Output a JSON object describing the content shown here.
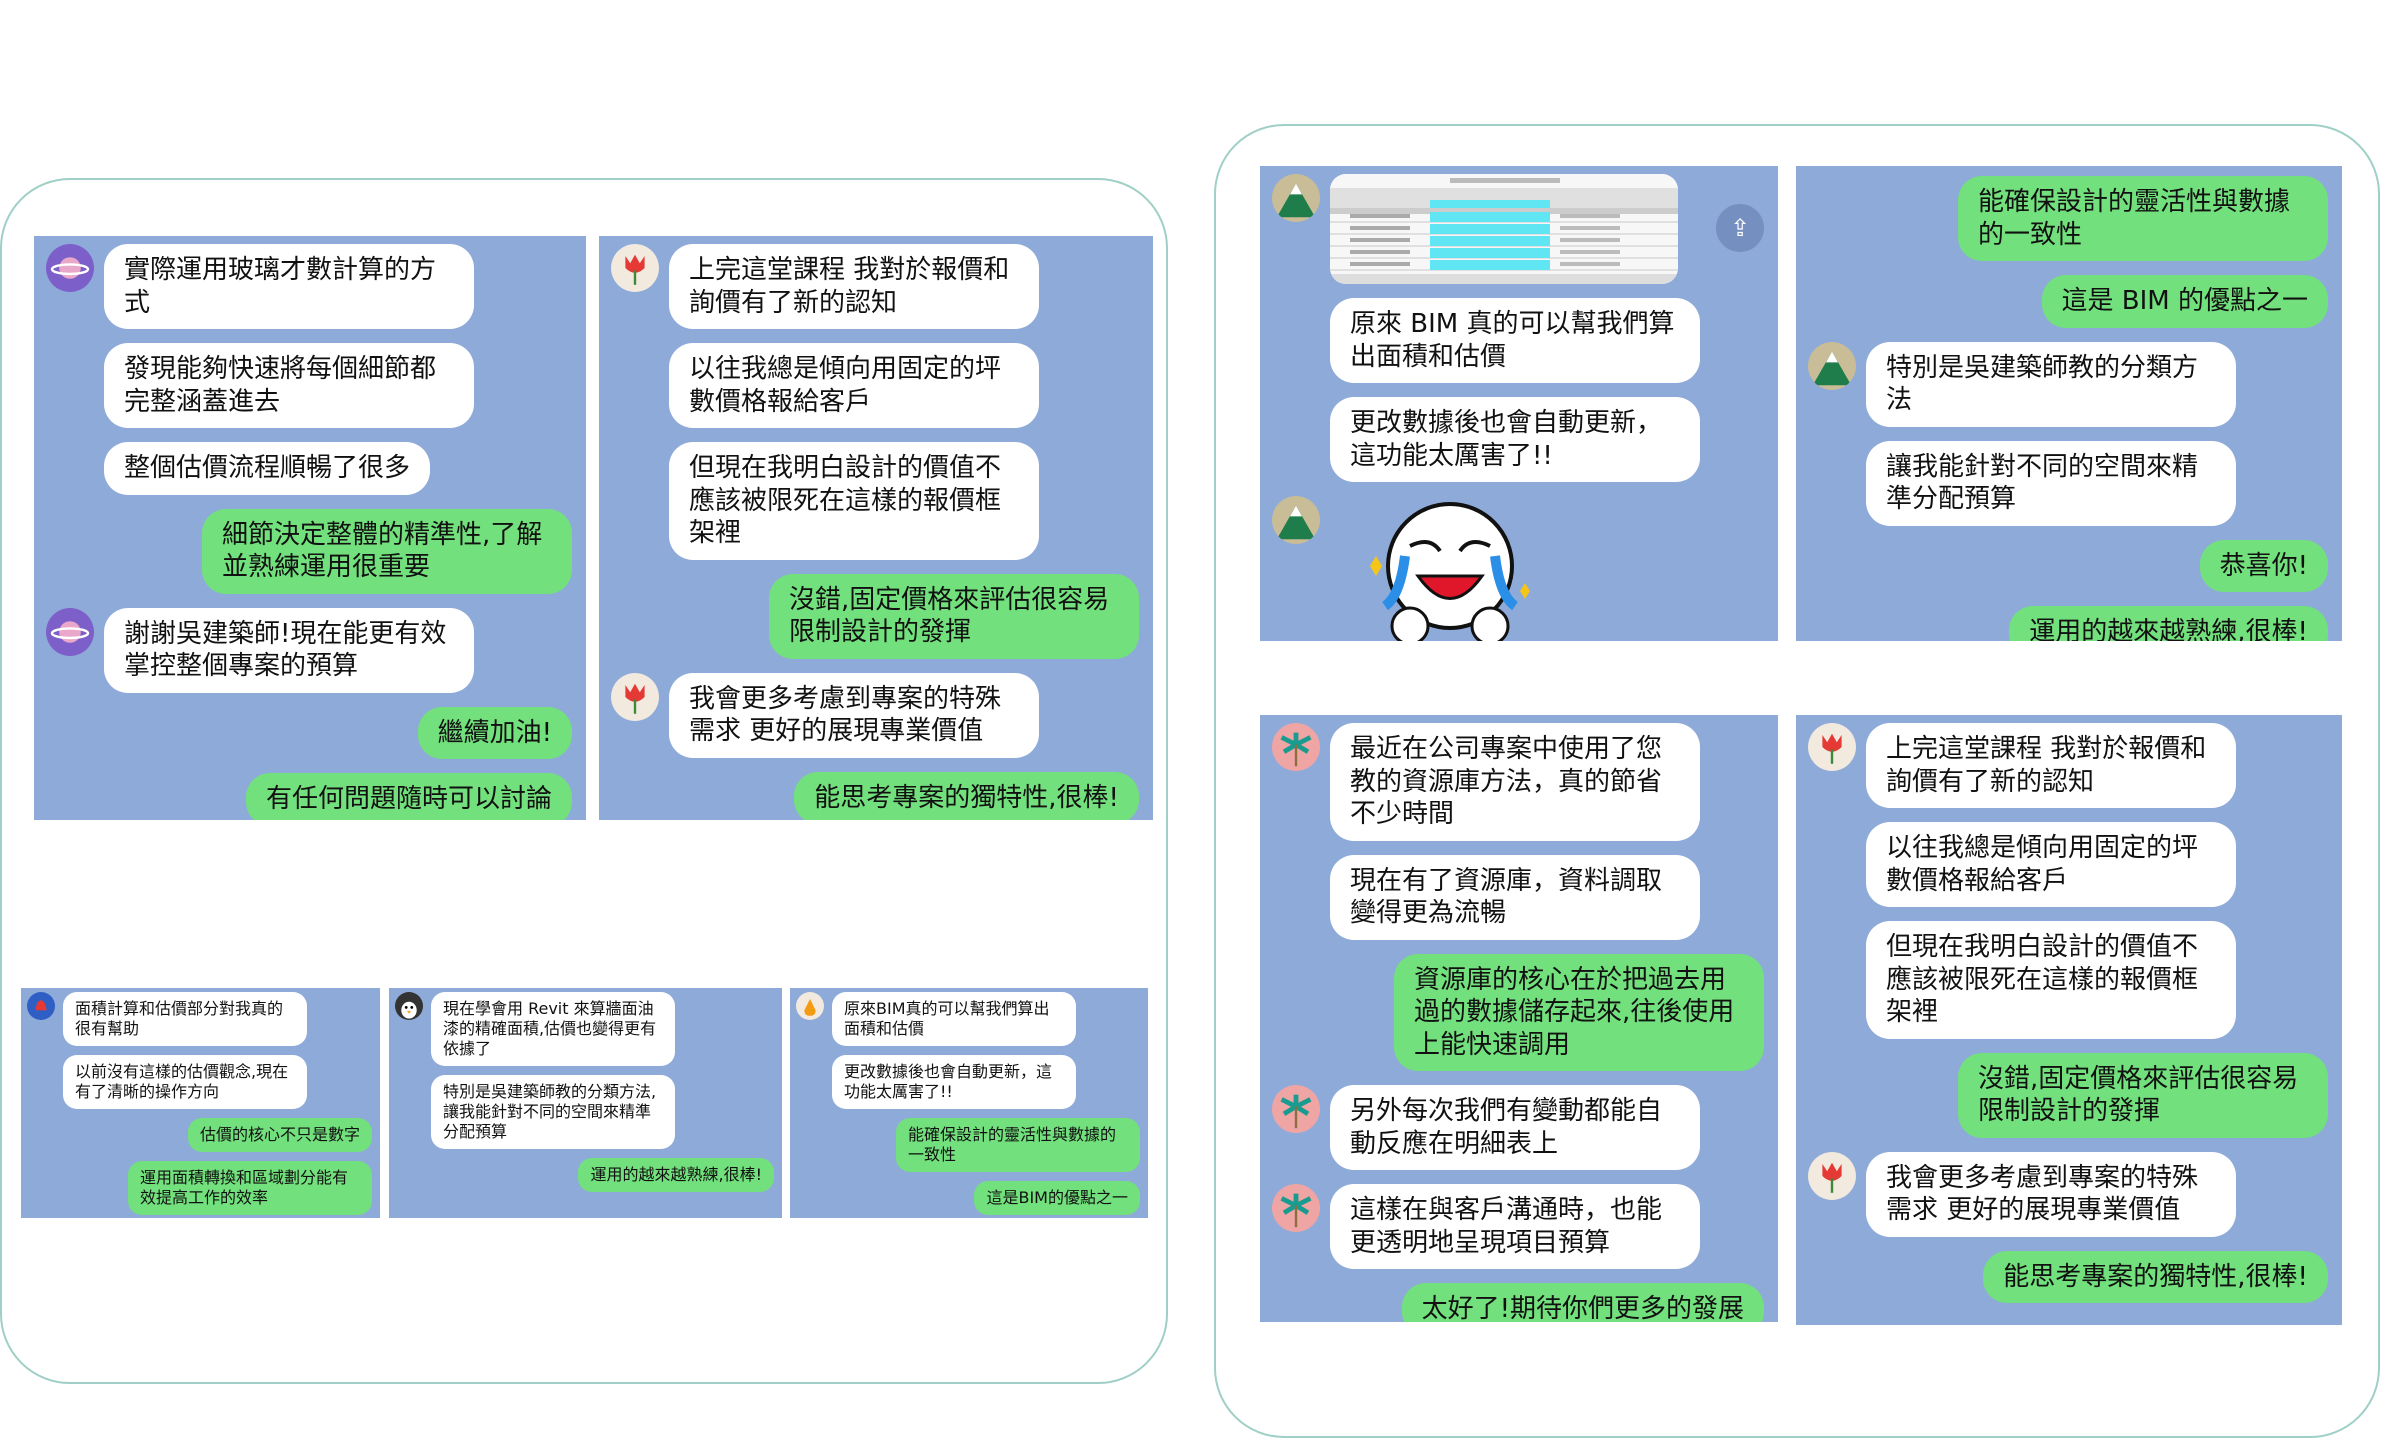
{
  "colors": {
    "panel": "#8eaad9",
    "green": "#72e07c",
    "frame": "#9fcfc6"
  },
  "panels": [
    {
      "id": "tl",
      "size": "big",
      "messages": [
        {
          "dir": "in",
          "avatar": "planet-icon",
          "text": "實際運用玻璃才數計算的方式"
        },
        {
          "dir": "in",
          "text": "發現能夠快速將每個細節都完整涵蓋進去"
        },
        {
          "dir": "in",
          "text": "整個估價流程順暢了很多"
        },
        {
          "dir": "out",
          "text": "細節決定整體的精準性,了解並熟練運用很重要"
        },
        {
          "dir": "in",
          "avatar": "planet-icon",
          "text": "謝謝吳建築師!現在能更有效掌控整個專案的預算"
        },
        {
          "dir": "out",
          "text": "繼續加油!"
        },
        {
          "dir": "out",
          "text": "有任何問題隨時可以討論"
        }
      ]
    },
    {
      "id": "tm",
      "size": "big",
      "messages": [
        {
          "dir": "in",
          "avatar": "tulip-icon",
          "text": "上完這堂課程 我對於報價和詢價有了新的認知"
        },
        {
          "dir": "in",
          "text": "以往我總是傾向用固定的坪數價格報給客戶"
        },
        {
          "dir": "in",
          "text": "但現在我明白設計的價值不應該被限死在這樣的報價框架裡"
        },
        {
          "dir": "out",
          "text": "沒錯,固定價格來評估很容易限制設計的發揮"
        },
        {
          "dir": "in",
          "avatar": "tulip-icon",
          "text": "我會更多考慮到專案的特殊需求 更好的展現專業價值"
        },
        {
          "dir": "out",
          "text": "能思考專案的獨特性,很棒!"
        }
      ]
    },
    {
      "id": "s1",
      "size": "small",
      "messages": [
        {
          "dir": "in",
          "avatar": "bell-icon",
          "text": "面積計算和估價部分對我真的很有幫助"
        },
        {
          "dir": "in",
          "text": "以前沒有這樣的估價觀念,現在有了清晰的操作方向"
        },
        {
          "dir": "out",
          "text": "估價的核心不只是數字"
        },
        {
          "dir": "out",
          "text": "運用面積轉換和區域劃分能有效提高工作的效率"
        }
      ]
    },
    {
      "id": "s2",
      "size": "small",
      "messages": [
        {
          "dir": "in",
          "avatar": "penguin-icon",
          "text": "現在學會用 Revit 來算牆面油漆的精確面積,估價也變得更有依據了"
        },
        {
          "dir": "in",
          "text": "特別是吳建築師教的分類方法,讓我能針對不同的空間來精準分配預算"
        },
        {
          "dir": "out",
          "text": "運用的越來越熟練,很棒!"
        }
      ]
    },
    {
      "id": "s3",
      "size": "small",
      "messages": [
        {
          "dir": "in",
          "avatar": "pear-icon",
          "text": "原來BIM真的可以幫我們算出面積和估價"
        },
        {
          "dir": "in",
          "text": "更改數據後也會自動更新，這功能太厲害了!!"
        },
        {
          "dir": "out",
          "text": "能確保設計的靈活性與數據的一致性"
        },
        {
          "dir": "out",
          "text": "這是BIM的優點之一"
        }
      ]
    },
    {
      "id": "r1",
      "size": "big",
      "messages": [
        {
          "dir": "in",
          "avatar": "mountain-icon",
          "type": "image"
        },
        {
          "dir": "in",
          "text": "原來 BIM 真的可以幫我們算出面積和估價"
        },
        {
          "dir": "in",
          "text": "更改數據後也會自動更新，這功能太厲害了!!"
        },
        {
          "dir": "in",
          "avatar": "mountain-icon",
          "type": "sticker"
        }
      ]
    },
    {
      "id": "r2",
      "size": "big",
      "messages": [
        {
          "dir": "out",
          "text": "能確保設計的靈活性與數據的一致性"
        },
        {
          "dir": "out",
          "text": "這是 BIM 的優點之一"
        },
        {
          "dir": "in",
          "avatar": "mountain-icon",
          "text": "特別是吳建築師教的分類方法"
        },
        {
          "dir": "in",
          "text": "讓我能針對不同的空間來精準分配預算"
        },
        {
          "dir": "out",
          "text": "恭喜你!"
        },
        {
          "dir": "out",
          "text": "運用的越來越熟練,很棒!"
        }
      ]
    },
    {
      "id": "r3",
      "size": "big",
      "messages": [
        {
          "dir": "in",
          "avatar": "palm-tree-icon",
          "text": "最近在公司專案中使用了您教的資源庫方法，真的節省不少時間"
        },
        {
          "dir": "in",
          "text": "現在有了資源庫，資料調取變得更為流暢"
        },
        {
          "dir": "out",
          "text": "資源庫的核心在於把過去用過的數據儲存起來,往後使用上能快速調用"
        },
        {
          "dir": "in",
          "avatar": "palm-tree-icon",
          "text": "另外每次我們有變動都能自動反應在明細表上"
        },
        {
          "dir": "in",
          "avatar": "palm-tree-icon",
          "text": "這樣在與客戶溝通時，也能更透明地呈現項目預算"
        },
        {
          "dir": "out",
          "text": "太好了!期待你們更多的發展"
        }
      ]
    },
    {
      "id": "r4",
      "size": "big",
      "messages": [
        {
          "dir": "in",
          "avatar": "tulip-icon",
          "text": "上完這堂課程 我對於報價和詢價有了新的認知"
        },
        {
          "dir": "in",
          "text": "以往我總是傾向用固定的坪數價格報給客戶"
        },
        {
          "dir": "in",
          "text": "但現在我明白設計的價值不應該被限死在這樣的報價框架裡"
        },
        {
          "dir": "out",
          "text": "沒錯,固定價格來評估很容易限制設計的發揮"
        },
        {
          "dir": "in",
          "avatar": "tulip-icon",
          "text": "我會更多考慮到專案的特殊需求 更好的展現專業價值"
        },
        {
          "dir": "out",
          "text": "能思考專案的獨特性,很棒!"
        }
      ]
    }
  ]
}
